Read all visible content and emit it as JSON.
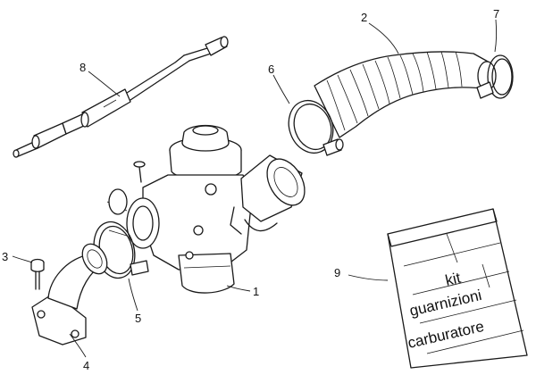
{
  "diagram": {
    "callouts": [
      "1",
      "2",
      "3",
      "4",
      "5",
      "6",
      "7",
      "8",
      "9"
    ],
    "kit_label": [
      "kit",
      "guarnizioni",
      "carburatore"
    ]
  }
}
